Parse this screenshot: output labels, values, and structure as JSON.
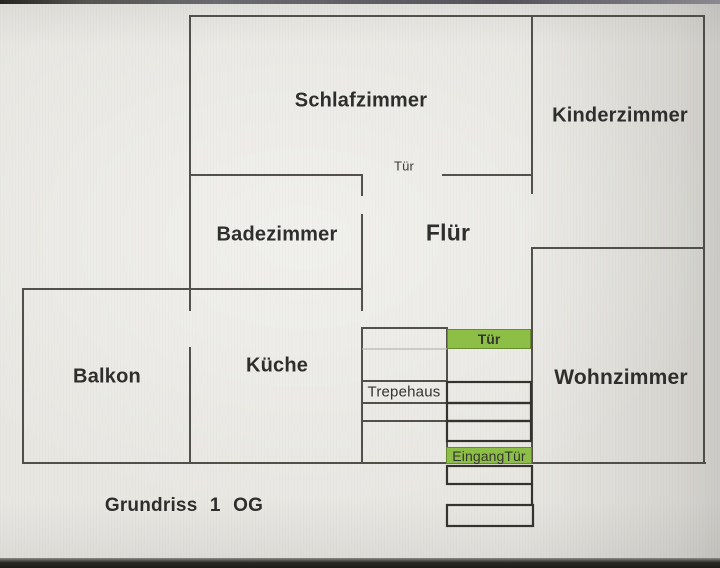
{
  "title": "Grundriss 1 OG",
  "caption": "Grundriss 1 OG",
  "rooms": {
    "schlafzimmer": "Schlafzimmer",
    "kinderzimmer": "Kinderzimmer",
    "badezimmer": "Badezimmer",
    "fluer": "Flür",
    "balkon": "Balkon",
    "kueche": "Küche",
    "wohnzimmer": "Wohnzimmer",
    "trepehaus": "Trepehaus"
  },
  "doors": {
    "tuer_schlafzimmer": "Tür",
    "tuer_wohnung": "Tür",
    "eingangstuer": "EingangTür"
  },
  "colors": {
    "door_green": "#8dbf47",
    "wall": "#45443e",
    "paper": "#e8e7e2"
  }
}
